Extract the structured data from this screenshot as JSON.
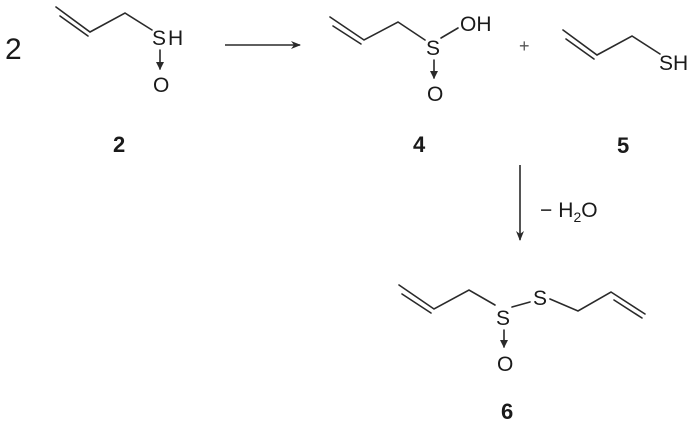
{
  "reaction": {
    "coefficient": "2",
    "reactant": {
      "label": "2",
      "atoms": {
        "s": "S",
        "h": "H",
        "o": "O"
      }
    },
    "product_4": {
      "label": "4",
      "atoms": {
        "s": "S",
        "oh": "OH",
        "o": "O"
      }
    },
    "plus": "+",
    "product_5": {
      "label": "5",
      "atoms": {
        "sh": "SH"
      }
    },
    "step2_reagent": {
      "minus": "−",
      "h": "H",
      "sub": "2",
      "o": "O"
    },
    "product_6": {
      "label": "6",
      "atoms": {
        "s1": "S",
        "s2": "S",
        "o": "O"
      }
    }
  }
}
